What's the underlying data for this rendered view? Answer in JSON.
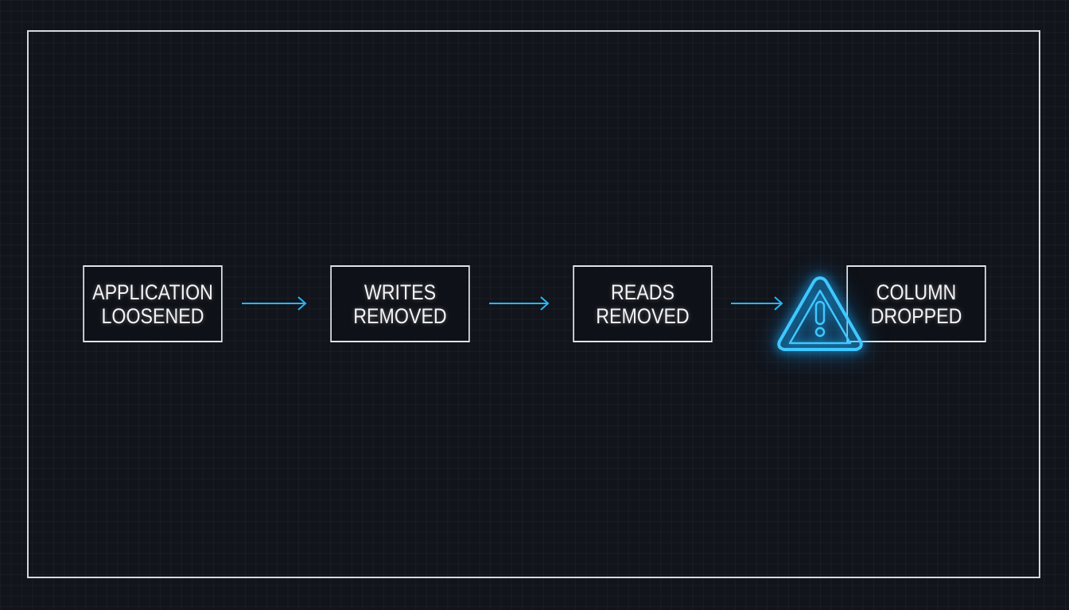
{
  "diagram": {
    "type": "flow",
    "steps": [
      {
        "line1": "APPLICATION",
        "line2": "LOOSENED"
      },
      {
        "line1": "WRITES",
        "line2": "REMOVED"
      },
      {
        "line1": "READS",
        "line2": "REMOVED"
      },
      {
        "line1": "COLUMN",
        "line2": "DROPPED"
      }
    ],
    "warning_icon": "warning-triangle-icon",
    "colors": {
      "background": "#11141b",
      "frame": "#d8d8dc",
      "box_border": "#e2e2e6",
      "text": "#f4f4f6",
      "accent": "#29b6f6"
    }
  }
}
